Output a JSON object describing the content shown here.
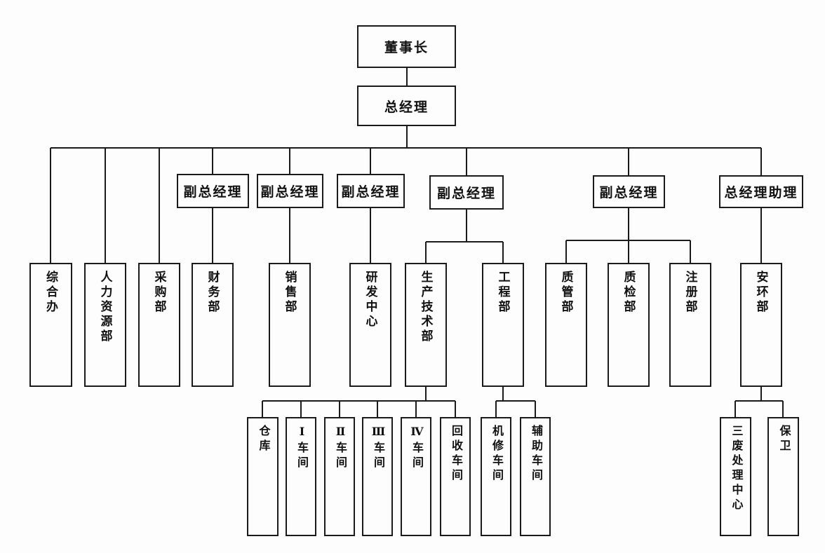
{
  "colors": {
    "line": "#1a1a1a",
    "background": "#fdfdfd"
  },
  "chart": {
    "type": "org-chart",
    "chairman": "董事长",
    "general_manager": "总经理",
    "deputy_gm_1": "副总经理",
    "deputy_gm_2": "副总经理",
    "deputy_gm_3": "副总经理",
    "deputy_gm_4": "副总经理",
    "deputy_gm_5": "副总经理",
    "gm_assistant": "总经理助理",
    "dept_general_office": "综合办",
    "dept_hr": "人力资源部",
    "dept_purchasing": "采购部",
    "dept_finance": "财务部",
    "dept_sales": "销售部",
    "dept_rd_center": "研发中心",
    "dept_production_tech": "生产技术部",
    "dept_engineering": "工程部",
    "dept_quality_mgmt": "质管部",
    "dept_quality_inspection": "质检部",
    "dept_registration": "注册部",
    "dept_safety_env": "安环部",
    "ws_warehouse": "仓库",
    "ws_1": "Ⅰ车间",
    "ws_2": "Ⅱ车间",
    "ws_3": "Ⅲ车间",
    "ws_4": "Ⅳ车间",
    "ws_recycling": "回收车间",
    "ws_maintenance": "机修车间",
    "ws_auxiliary": "辅助车间",
    "ws_waste_treatment": "三废处理中心",
    "ws_security": "保卫"
  }
}
